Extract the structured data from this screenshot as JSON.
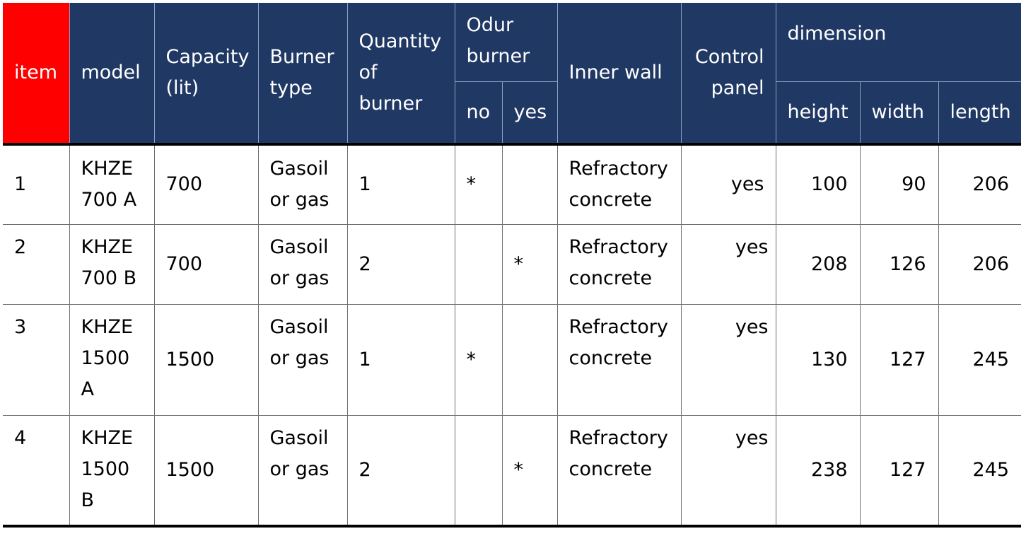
{
  "header": {
    "item": "item",
    "model": "model",
    "capacity": "Capacity (lit)",
    "burner_type": "Burner type",
    "quantity_of_burner": "Quantity of burner",
    "odur_burner": "Odur burner",
    "odur_no": "no",
    "odur_yes": "yes",
    "inner_wall": "Inner wall",
    "control_panel": "Control panel",
    "dimension": "dimension",
    "height": "height",
    "width": "width",
    "length": "length"
  },
  "rows": [
    {
      "item": "1",
      "model": "KHZE 700 A",
      "capacity": "700",
      "burner_type": "Gasoil or gas",
      "quantity": "1",
      "odur_no": "*",
      "odur_yes": "",
      "inner_wall": "Refractory concrete",
      "control_panel": "yes",
      "height": "100",
      "width": "90",
      "length": "206"
    },
    {
      "item": "2",
      "model": "KHZE 700 B",
      "capacity": "700",
      "burner_type": "Gasoil or gas",
      "quantity": "2",
      "odur_no": "",
      "odur_yes": "*",
      "inner_wall": "Refractory concrete",
      "control_panel": "yes",
      "height": "208",
      "width": "126",
      "length": "206"
    },
    {
      "item": "3",
      "model": "KHZE 1500 A",
      "capacity": "1500",
      "burner_type": "Gasoil or gas",
      "quantity": "1",
      "odur_no": "*",
      "odur_yes": "",
      "inner_wall": "Refractory concrete",
      "control_panel": "yes",
      "height": "130",
      "width": "127",
      "length": "245"
    },
    {
      "item": "4",
      "model": "KHZE 1500 B",
      "capacity": "1500",
      "burner_type": "Gasoil or gas",
      "quantity": "2",
      "odur_no": "",
      "odur_yes": "*",
      "inner_wall": "Refractory concrete",
      "control_panel": "yes",
      "height": "238",
      "width": "127",
      "length": "245"
    }
  ],
  "colors": {
    "header_bg": "#203864",
    "item_header_bg": "#ff0000",
    "header_text": "#ffffff"
  }
}
